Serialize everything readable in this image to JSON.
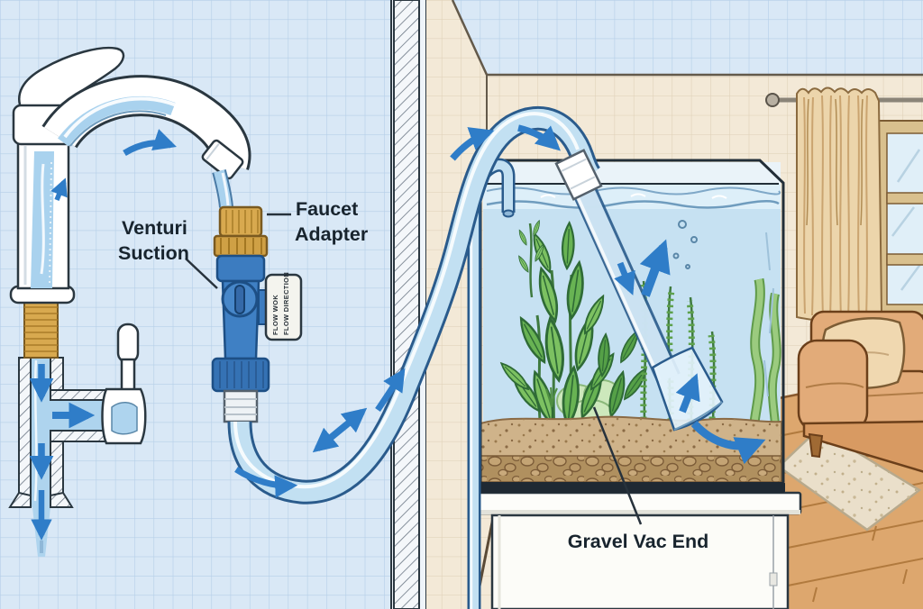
{
  "illustration": {
    "subject": "faucet-powered aquarium water changer diagram",
    "labels": {
      "venturi": {
        "line1": "Venturi",
        "line2": "Suction"
      },
      "faucet_adapter": {
        "line1": "Faucet",
        "line2": "Adapter"
      },
      "gravel_vac": {
        "text": "Gravel Vac End"
      },
      "valve_tag": {
        "line1": "FLOW WOK",
        "line2": "FLOW DIRECTION"
      }
    },
    "colors": {
      "paper_bg": "#d9e8f6",
      "paper_grid": "#b5cfe8",
      "wall_cream": "#f3e9d7",
      "wall_grid": "#decfb6",
      "flow_arrow_blue": "#2f7dc8",
      "tube_fill": "#c2e0f2",
      "tube_outline": "#2a5b8c",
      "valve_blue": "#3f80c4",
      "brass": "#d8a94f",
      "tank_water": "#c6e1f2",
      "plant_green": "#7cc161",
      "gravel_tan": "#cfb38a",
      "couch_tan": "#e2ab79",
      "curtain_tan": "#ecd5ab",
      "wood_floor": "#dda76e",
      "cabinet_white": "#fcfcf8"
    }
  }
}
